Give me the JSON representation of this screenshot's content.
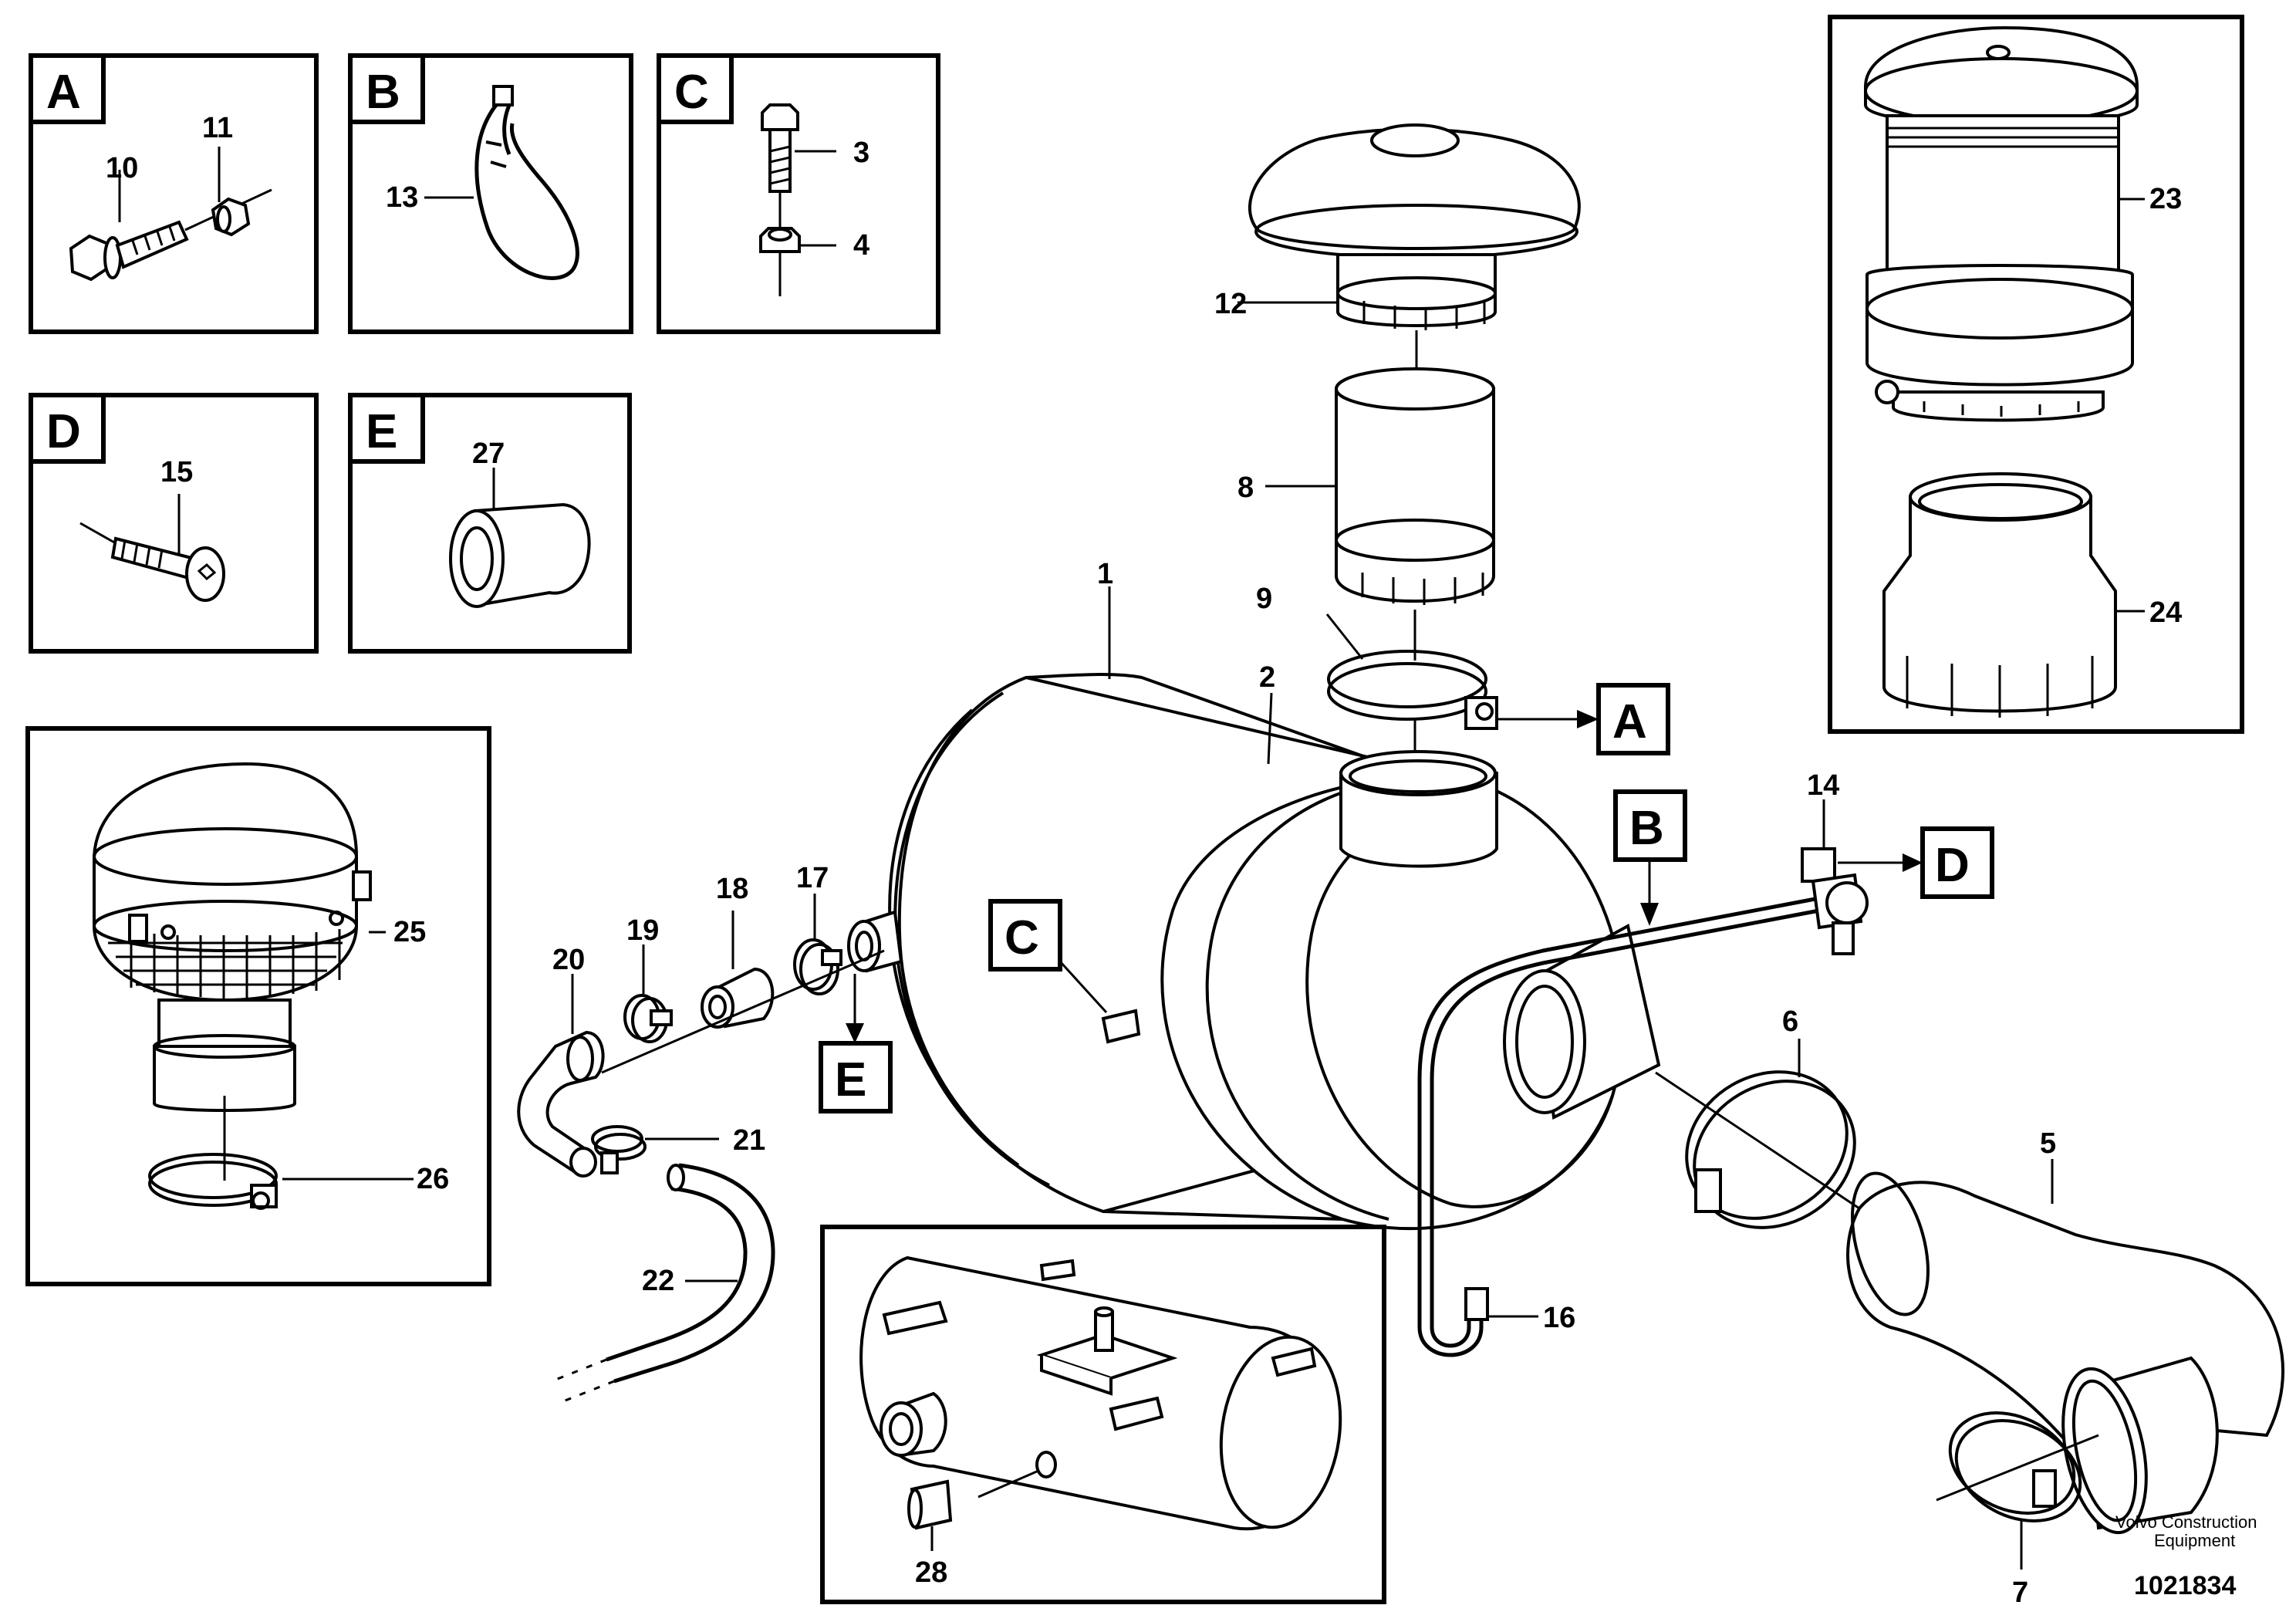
{
  "figure": {
    "detail_tags": {
      "a": "A",
      "b": "B",
      "c": "C",
      "d": "D",
      "e": "E"
    },
    "callouts": {
      "p1": "1",
      "p2": "2",
      "p3": "3",
      "p4": "4",
      "p5": "5",
      "p6": "6",
      "p7": "7",
      "p8": "8",
      "p9": "9",
      "p10": "10",
      "p11": "11",
      "p12": "12",
      "p13": "13",
      "p14": "14",
      "p15": "15",
      "p16": "16",
      "p17": "17",
      "p18": "18",
      "p19": "19",
      "p20": "20",
      "p21": "21",
      "p22": "22",
      "p23": "23",
      "p24": "24",
      "p25": "25",
      "p26": "26",
      "p27": "27",
      "p28": "28"
    },
    "footer": {
      "brand_line1": "Volvo Construction",
      "brand_line2": "Equipment",
      "drawing_number": "1021834"
    }
  }
}
